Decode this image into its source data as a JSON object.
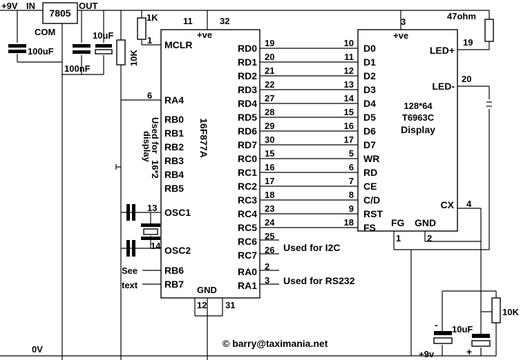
{
  "supply": {
    "vin_label": "+9V",
    "in_label": "IN",
    "out_label": "OUT",
    "com_label": "COM",
    "ground_label": "0V"
  },
  "regulator": {
    "name": "7805"
  },
  "components": {
    "r_mclr": "1K",
    "r_pullup": "10K",
    "r_led": "47ohm",
    "r_contrast": "10K",
    "c_in": "100uF",
    "c_mid": "100nF",
    "c_out": "10uF",
    "c_neg": "10uF",
    "c_neg_minus": "-",
    "c_neg_plus": "+",
    "neg_supply": "+9v"
  },
  "mcu": {
    "name": "16F877A",
    "vdd_label": "+ve",
    "gnd_label": "GND",
    "pin_vdd_a": "11",
    "pin_vdd_b": "32",
    "pin_gnd_a": "12",
    "pin_gnd_b": "31",
    "note_lcd": "Used for 16*2 display",
    "note_lcd_line1": "Used for",
    "note_lcd_line2": "16*2",
    "note_lcd_line3": "display",
    "left_pins": [
      {
        "num": "1",
        "name": "MCLR"
      },
      {
        "num": "6",
        "name": "RA4"
      },
      {
        "num": "",
        "name": "RB0"
      },
      {
        "num": "",
        "name": "RB1"
      },
      {
        "num": "",
        "name": "RB2"
      },
      {
        "num": "",
        "name": "RB3"
      },
      {
        "num": "",
        "name": "RB4"
      },
      {
        "num": "",
        "name": "RB5"
      },
      {
        "num": "13",
        "name": "OSC1"
      },
      {
        "num": "14",
        "name": "OSC2"
      },
      {
        "num": "",
        "name": "RB6"
      },
      {
        "num": "",
        "name": "RB7"
      }
    ],
    "see_text": [
      "See",
      "text"
    ],
    "right_pins": [
      {
        "num": "19",
        "name": "RD0"
      },
      {
        "num": "20",
        "name": "RD1"
      },
      {
        "num": "21",
        "name": "RD2"
      },
      {
        "num": "22",
        "name": "RD3"
      },
      {
        "num": "27",
        "name": "RD4"
      },
      {
        "num": "28",
        "name": "RD5"
      },
      {
        "num": "29",
        "name": "RD6"
      },
      {
        "num": "30",
        "name": "RD7"
      },
      {
        "num": "15",
        "name": "RC0"
      },
      {
        "num": "16",
        "name": "RC1"
      },
      {
        "num": "17",
        "name": "RC2"
      },
      {
        "num": "18",
        "name": "RC3"
      },
      {
        "num": "23",
        "name": "RC4"
      },
      {
        "num": "24",
        "name": "RC5"
      },
      {
        "num": "25",
        "name": "RC6"
      },
      {
        "num": "26",
        "name": "RC7"
      },
      {
        "num": "2",
        "name": "RA0"
      },
      {
        "num": "3",
        "name": "RA1"
      }
    ],
    "note_i2c": "Used for I2C",
    "note_rs232": "Used for RS232"
  },
  "lcd": {
    "title_line1": "128*64",
    "title_line2": "T6963C",
    "title_line3": "Display",
    "vdd_label": "+ve",
    "pin_vdd": "3",
    "led_plus": "LED+",
    "led_minus": "LED-",
    "pin_led_plus": "19",
    "pin_led_minus": "20",
    "left_pins": [
      {
        "num": "10",
        "name": "D0"
      },
      {
        "num": "11",
        "name": "D1"
      },
      {
        "num": "12",
        "name": "D2"
      },
      {
        "num": "13",
        "name": "D3"
      },
      {
        "num": "14",
        "name": "D4"
      },
      {
        "num": "15",
        "name": "D5"
      },
      {
        "num": "16",
        "name": "D6"
      },
      {
        "num": "17",
        "name": "D7"
      },
      {
        "num": "5",
        "name": "WR"
      },
      {
        "num": "6",
        "name": "RD"
      },
      {
        "num": "7",
        "name": "CE"
      },
      {
        "num": "8",
        "name": "C/D"
      },
      {
        "num": "9",
        "name": "RST"
      },
      {
        "num": "18",
        "name": "FS"
      }
    ],
    "cx_label": "CX",
    "pin_cx": "4",
    "fg_label": "FG",
    "gnd_label": "GND",
    "pin_fg": "1",
    "pin_gnd": "2"
  },
  "copyright": "© barry@taximania.net"
}
